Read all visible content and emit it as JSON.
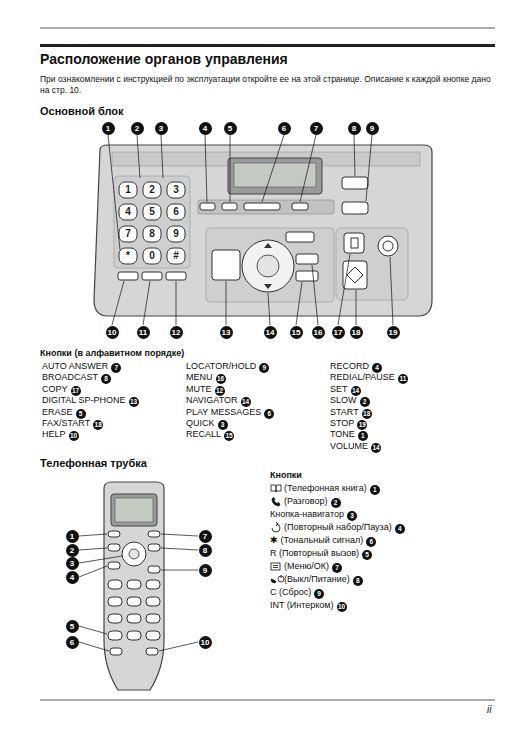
{
  "diagram": {
    "title": "Расположение органов управления",
    "labels": [
      "При ознакомлении с инструкцией по эксплуатации откройте ее на этой странице. Описание к каждой кнопке дано на стр. 10.",
      "Основной блок",
      "1",
      "2",
      "3",
      "4",
      "5",
      "6",
      "7",
      "8",
      "9",
      "10",
      "11",
      "12",
      "13",
      "14",
      "15",
      "16",
      "17",
      "18",
      "19",
      "1",
      "2",
      "3",
      "4",
      "5",
      "6",
      "7",
      "8",
      "9",
      "*",
      "0",
      "#",
      "Кнопки (в алфавитном порядке)",
      "AUTO ANSWER",
      "7",
      "BROADCAST",
      "8",
      "COPY",
      "17",
      "DIGITAL SP-PHONE",
      "13",
      "ERASE",
      "5",
      "FAX/START",
      "18",
      "HELP",
      "10",
      "LOCATOR/HOLD",
      "9",
      "MENU",
      "16",
      "MUTE",
      "12",
      "NAVIGATOR",
      "14",
      "PLAY MESSAGES",
      "6",
      "QUICK",
      "3",
      "RECALL",
      "15",
      "RECORD",
      "4",
      "REDIAL/PAUSE",
      "11",
      "SET",
      "14",
      "SLOW",
      "2",
      "START",
      "18",
      "STOP",
      "19",
      "TONE",
      "1",
      "VOLUME",
      "14",
      "Телефонная трубка",
      "1",
      "2",
      "3",
      "4",
      "5",
      "6",
      "7",
      "8",
      "9",
      "10",
      "Кнопки",
      "(Телефонная книга)",
      "1",
      "(Разговор)",
      "2",
      "Кнопка-навигатор",
      "3",
      "(Повторный набор/Пауза)",
      "4",
      "✱ (Тональный сигнал)",
      "6",
      "R (Повторный вызов)",
      "5",
      "(Меню/ОК)",
      "7",
      "(Выкл/Питание)",
      "8",
      "C (Сброс)",
      "9",
      "INT (Интерком)",
      "10",
      "ii"
    ]
  }
}
